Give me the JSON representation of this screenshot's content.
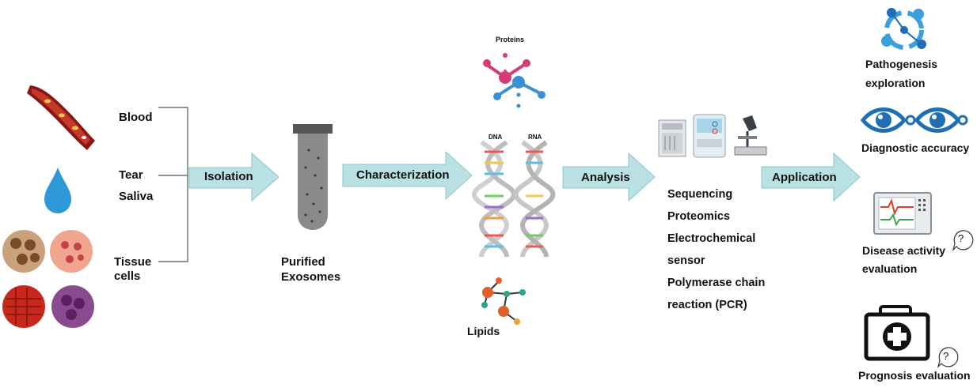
{
  "sources": {
    "blood": "Blood",
    "tear": "Tear",
    "saliva": "Saliva",
    "tissue_line1": "Tissue",
    "tissue_line2": "cells"
  },
  "steps": {
    "isolation": "Isolation",
    "characterization": "Characterization",
    "analysis": "Analysis",
    "application": "Application"
  },
  "exosomes": {
    "line1": "Purified",
    "line2": "Exosomes"
  },
  "components": {
    "proteins": "Proteins",
    "dna": "DNA",
    "rna": "RNA",
    "lipids": "Lipids"
  },
  "methods": [
    "Sequencing",
    "Proteomics",
    "Electrochemical",
    "sensor",
    "Polymerase chain",
    "reaction (PCR)"
  ],
  "applications": {
    "pathogenesis_line1": "Pathogenesis",
    "pathogenesis_line2": "exploration",
    "diagnostic": "Diagnostic accuracy",
    "disease_line1": "Disease activity",
    "disease_line2": "evaluation",
    "prognosis": "Prognosis evaluation",
    "question_mark": "?"
  },
  "colors": {
    "arrow_fill": "#b9e1e3",
    "arrow_stroke": "#8fc6c9",
    "eye_blue": "#1f6fb2",
    "protein_pink": "#d63b78",
    "protein_blue": "#3a8fd6"
  }
}
